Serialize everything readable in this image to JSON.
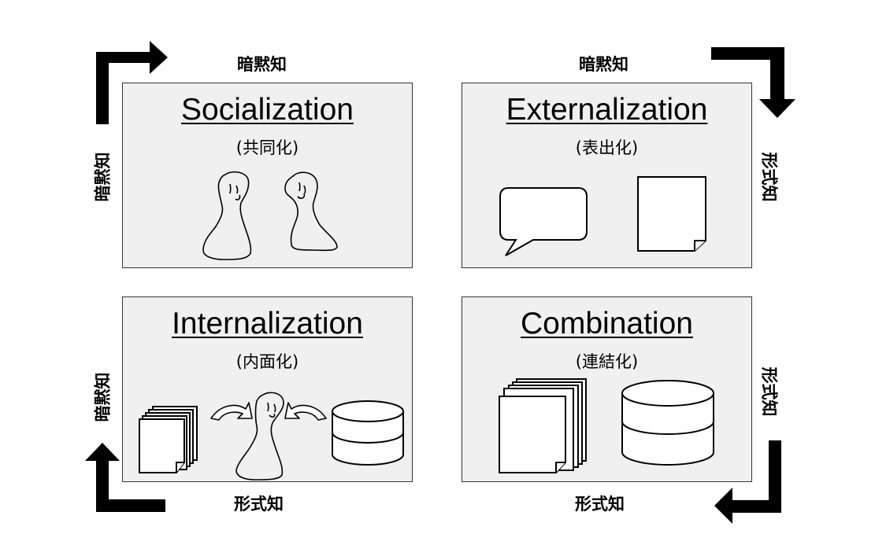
{
  "quadrants": {
    "socialization": {
      "title": "Socialization",
      "subtitle": "(共同化)"
    },
    "externalization": {
      "title": "Externalization",
      "subtitle": "(表出化)"
    },
    "internalization": {
      "title": "Internalization",
      "subtitle": "(内面化)"
    },
    "combination": {
      "title": "Combination",
      "subtitle": "(連結化)"
    }
  },
  "axis_labels": {
    "top_left": "暗黙知",
    "top_right": "暗黙知",
    "left_upper": "暗黙知",
    "left_lower": "暗黙知",
    "right_upper": "形式知",
    "right_lower": "形式知",
    "bottom_left": "形式知",
    "bottom_right": "形式知"
  },
  "colors": {
    "panel_fill": "#f0f0f0",
    "panel_border": "#333333",
    "arrow": "#000000"
  },
  "icons": [
    "person-icon",
    "speech-bubble-icon",
    "document-icon",
    "document-stack-icon",
    "database-icon",
    "curved-arrow-icon"
  ]
}
